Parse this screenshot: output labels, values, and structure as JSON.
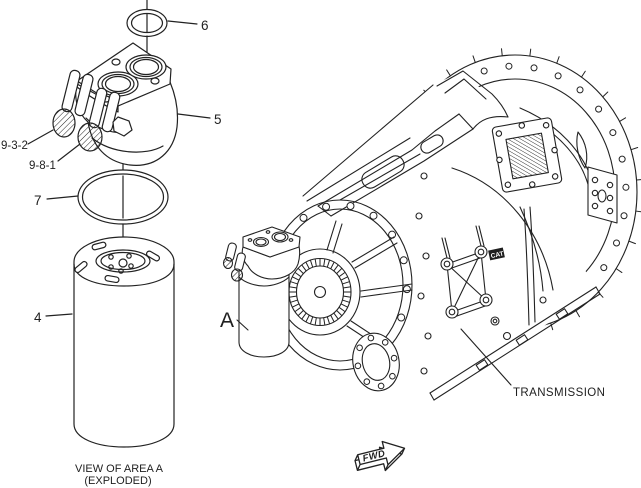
{
  "diagram": {
    "type": "exploded-parts-view",
    "background_color": "#ffffff",
    "line_color": "#222222",
    "callouts": {
      "oring_small": "6",
      "filter_base": "5",
      "fitting_upper": "9-3-2",
      "fitting_lower": "9-8-1",
      "seal_ring": "7",
      "filter_element": "4",
      "area_marker": "A"
    },
    "captions": {
      "view_title_line1": "VIEW OF AREA A",
      "view_title_line2": "(EXPLODED)",
      "component_label": "TRANSMISSION",
      "direction_arrow": "FWD",
      "brand_mark": "CAT"
    }
  }
}
